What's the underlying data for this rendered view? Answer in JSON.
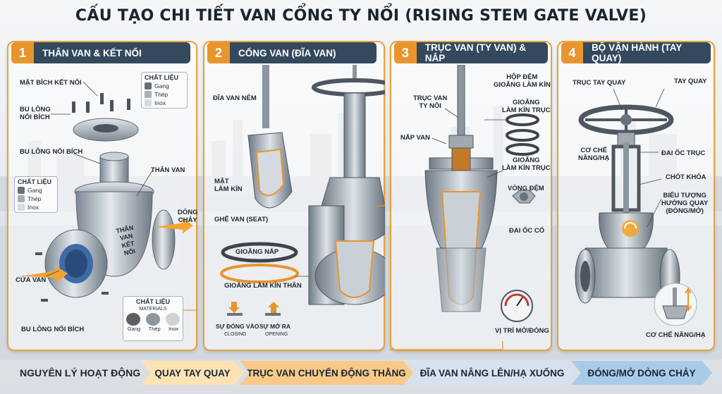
{
  "title": "CẤU TẠO CHI TIẾT VAN CỔNG TY NỔI (RISING STEM GATE VALVE)",
  "panels": [
    {
      "num": "1",
      "title": "THÂN VAN & KẾT NỐI"
    },
    {
      "num": "2",
      "title": "CỔNG VAN (ĐĨA VAN)"
    },
    {
      "num": "3",
      "title": "TRỤC VAN (TY VAN) & NẮP"
    },
    {
      "num": "4",
      "title": "BỘ VẬN HÀNH (TAY QUAY)"
    }
  ],
  "p1": {
    "mat_bich": "MẶT BÍCH KẾT NỐI",
    "bu_long_1": "BU LÔNG\nNỐI BÍCH",
    "bu_long_2": "BU LÔNG NỐI BÍCH",
    "than_van": "THÂN VAN",
    "dong_chay": "DÒNG\nCHẢY",
    "body_text": "THÂN\nVAN\nKẾT\nNỐI",
    "cua_van": "CỬA VAN",
    "bu_long_3": "BU LÔNG NỐI BÍCH",
    "mat1": {
      "h": "CHẤT LIỆU",
      "items": [
        "Gang",
        "Thép",
        "Inox"
      ]
    },
    "mat2": {
      "h": "CHẤT LIỆU",
      "items": [
        "Gang",
        "Thép",
        "Inox"
      ]
    },
    "mat3": {
      "h": "CHẤT LIỆU",
      "sub": "MATERIALS",
      "items": [
        "Gang",
        "Thép",
        "Inox"
      ]
    }
  },
  "p2": {
    "dia_van_nem": "ĐĨA VAN NÊM",
    "mat_lam_kin": "MẶT\nLÀM KÍN",
    "ghe_van": "GHẾ VAN (SEAT)",
    "gioang_nap": "GIOĂNG NẮP",
    "gioang_than": "GIOĂNG LÀM KÍN THÂN",
    "su_dong": "SỰ ĐÓNG VÀO",
    "closing": "CLOSING",
    "su_mo": "SỰ MỞ RA",
    "opening": "OPENING"
  },
  "p3": {
    "truc_van": "TRỤC VAN\nTY NỔI",
    "hop_dem": "HỘP ĐỆM\nGIOĂNG LÀM KÍN",
    "gioang_kin_1": "GIOĂNG\nLÀM KÍN TRỤC",
    "nap_van": "NẮP VAN",
    "gioang_kin_2": "GIOĂNG\nLÀM KÍN TRỤC",
    "vong_dem": "VÒNG ĐỆM",
    "dai_oc_co": "ĐAI ỐC CỔ",
    "vi_tri": "VỊ TRÍ MỞ/ĐÓNG"
  },
  "p4": {
    "truc_tay_quay": "TRỤC TAY QUAY",
    "tay_quay": "TAY QUAY",
    "co_che": "CƠ CHẾ\nNÂNG/HẠ",
    "dai_oc_truc": "ĐAI ỐC TRỤC",
    "chot_khoa": "CHỐT KHÓA",
    "bieu_tuong": "BIỂU TƯỢNG\nHƯỚNG QUAY\n(ĐÓNG/MỞ)",
    "co_che_2": "CƠ CHẾ NÂNG/HẠ"
  },
  "bottom": {
    "label": "NGUYÊN LÝ HOẠT ĐỘNG",
    "steps": [
      "QUAY TAY QUAY",
      "TRỤC VAN CHUYỂN ĐỘNG THẲNG",
      "ĐĨA VAN NÂNG LÊN/HẠ XUỐNG",
      "ĐÓNG/MỞ DÒNG CHẢY"
    ]
  },
  "colors": {
    "accent": "#e8952d",
    "header": "#34495e",
    "steel": "#9aa6b0"
  }
}
